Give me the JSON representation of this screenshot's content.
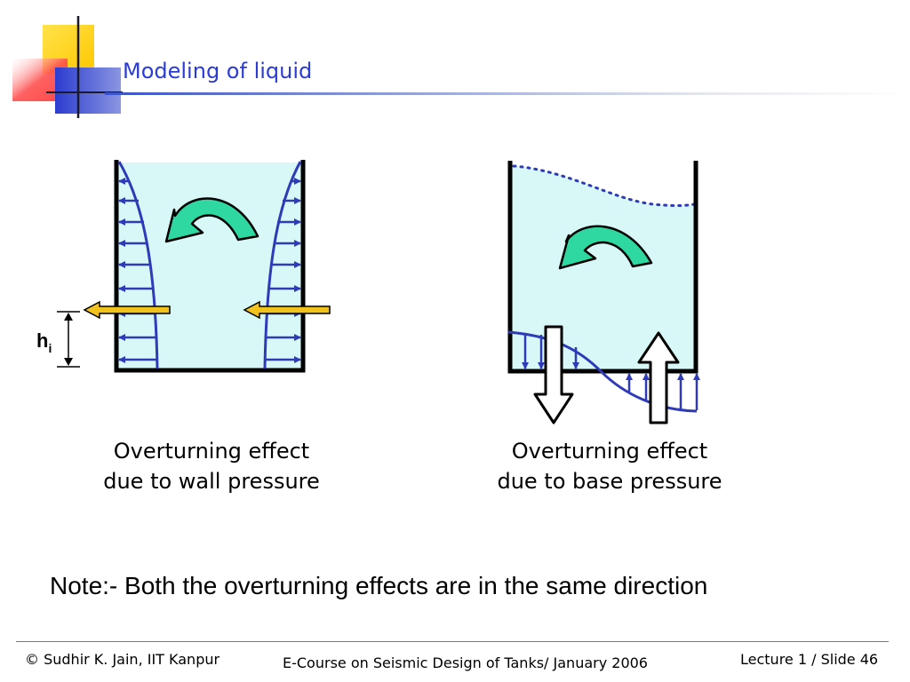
{
  "title": "Modeling of liquid",
  "diagram": {
    "height_label": "h",
    "height_subscript": "i",
    "left_caption_line1": "Overturning effect",
    "left_caption_line2": "due to wall pressure",
    "right_caption_line1": "Overturning effect",
    "right_caption_line2": "due to base pressure"
  },
  "note": "Note:- Both the overturning effects are in the same direction",
  "footer": {
    "copyright_symbol": "©",
    "author": "Sudhir K. Jain, IIT Kanpur",
    "course": "E-Course on Seismic Design of Tanks/ January 2006",
    "slide": "Lecture 1 / Slide 46"
  },
  "colors": {
    "title": "#2a3bd6",
    "liquid": "#d8f8f8",
    "pressure_arrows": "#2e3ab8",
    "rotation_arrow": "#2ed8a0",
    "force_arrow": "#f2c21c",
    "deco_yellow": "#ffd20f",
    "deco_red": "#ff4a4a",
    "deco_blue": "#3a48d8"
  }
}
